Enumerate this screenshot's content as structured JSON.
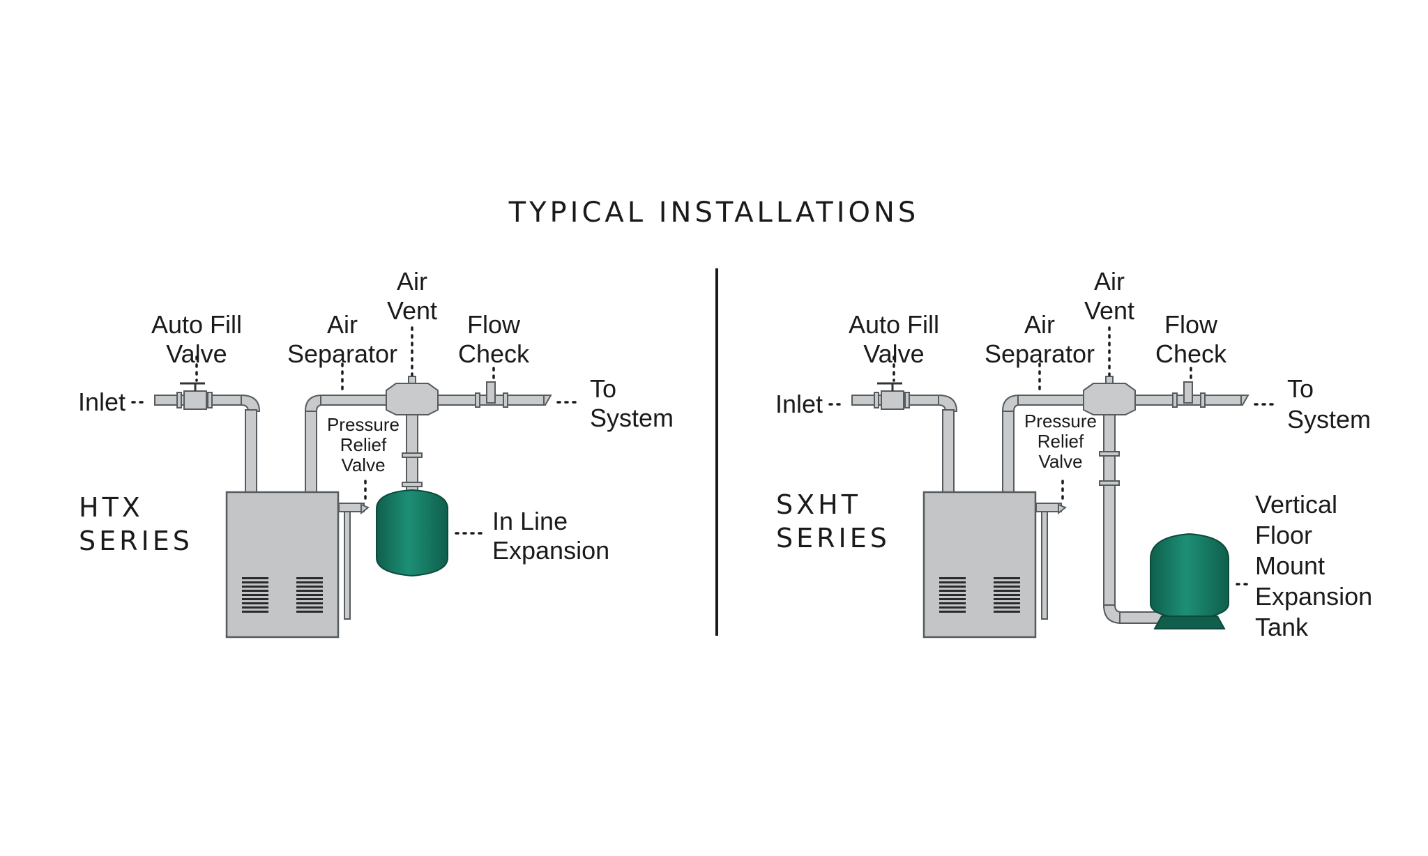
{
  "title": "TYPICAL INSTALLATIONS",
  "colors": {
    "pipe": "#c8cacb",
    "boiler": "#c3c5c6",
    "outline": "#555b5e",
    "tank": "#1d8f75",
    "tank_dark": "#0f5f4c",
    "divider": "#1a1a1a"
  },
  "left": {
    "series": [
      "HTX",
      "SERIES"
    ],
    "labels": {
      "inlet": "Inlet",
      "auto_fill": [
        "Auto Fill",
        "Valve"
      ],
      "air_separator": [
        "Air",
        "Separator"
      ],
      "air_vent": [
        "Air",
        "Vent"
      ],
      "flow_check": [
        "Flow",
        "Check"
      ],
      "to_system": [
        "To",
        "System"
      ],
      "pressure_relief": [
        "Pressure",
        "Relief",
        "Valve"
      ],
      "tank": [
        "In Line",
        "Expansion"
      ]
    }
  },
  "right": {
    "series": [
      "SXHT",
      "SERIES"
    ],
    "labels": {
      "inlet": "Inlet",
      "auto_fill": [
        "Auto Fill",
        "Valve"
      ],
      "air_separator": [
        "Air",
        "Separator"
      ],
      "air_vent": [
        "Air",
        "Vent"
      ],
      "flow_check": [
        "Flow",
        "Check"
      ],
      "to_system": [
        "To",
        "System"
      ],
      "pressure_relief": [
        "Pressure",
        "Relief",
        "Valve"
      ],
      "tank": [
        "Vertical",
        "Floor",
        "Mount",
        "Expansion",
        "Tank"
      ]
    }
  }
}
